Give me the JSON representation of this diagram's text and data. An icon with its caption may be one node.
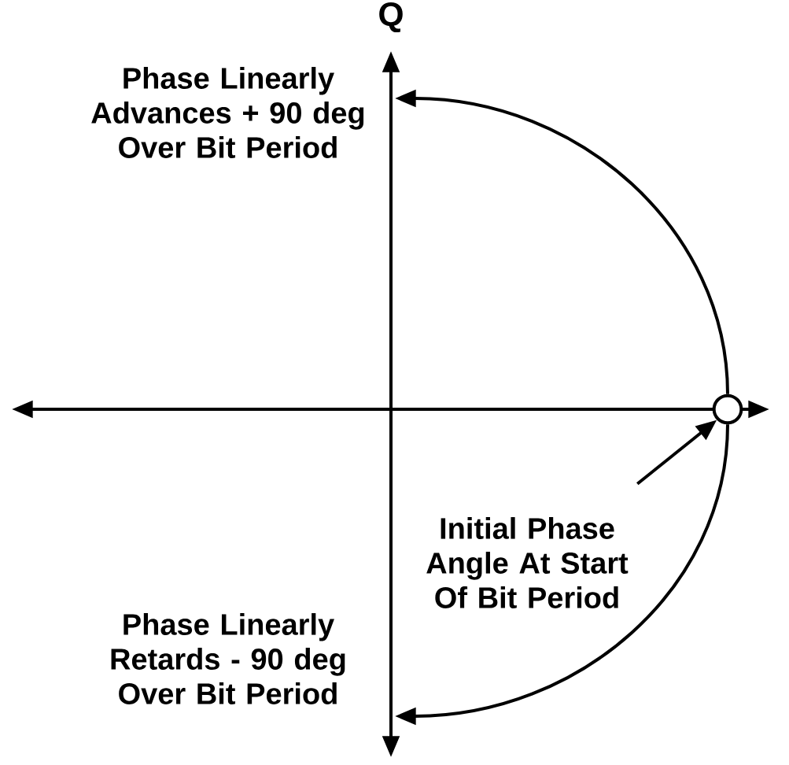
{
  "diagram": {
    "nodes": [
      {
        "text": [],
        "shape": "circle"
      },
      {
        "text": [
          "Initial Phase Angle At Start Of Bit Period"
        ]
      }
    ],
    "edges": [
      {
        "from": 0,
        "to": null,
        "arrow": "to"
      },
      {
        "from": 0,
        "to": null,
        "arrow": "to"
      },
      {
        "from": 1,
        "to": 0,
        "arrow": "to"
      }
    ],
    "labels": [
      "Q",
      "Phase Linearly Advances + 90 deg Over Bit Period",
      "Phase Linearly Retards - 90 deg Over Bit Period"
    ]
  }
}
